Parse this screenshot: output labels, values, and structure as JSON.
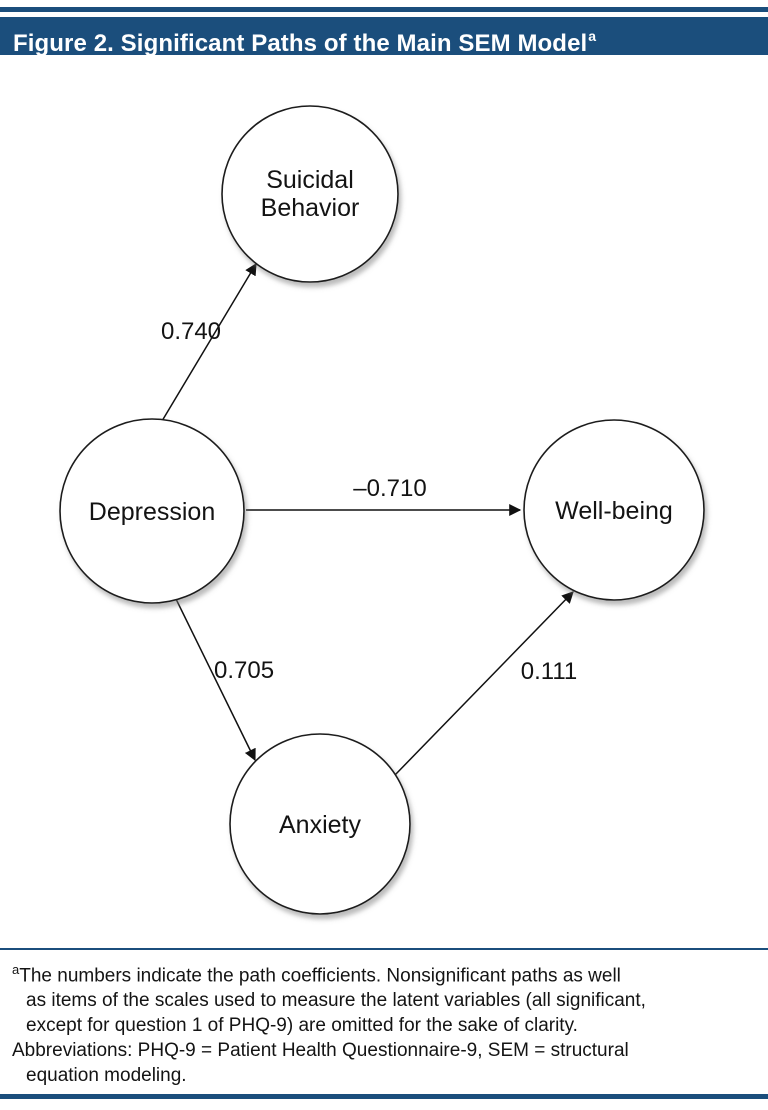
{
  "colors": {
    "accent": "#1b4e7c",
    "node_stroke": "#1a1a1a",
    "shadow": "#777777"
  },
  "header": {
    "title": "Figure 2. Significant Paths of the Main SEM Model",
    "superscript": "a"
  },
  "diagram": {
    "nodes": [
      {
        "id": "suicidal-behavior",
        "label_line1": "Suicidal",
        "label_line2": "Behavior"
      },
      {
        "id": "depression",
        "label": "Depression"
      },
      {
        "id": "well-being",
        "label": "Well-being"
      },
      {
        "id": "anxiety",
        "label": "Anxiety"
      }
    ],
    "paths": [
      {
        "from": "Depression",
        "to": "Suicidal Behavior",
        "coefficient": "0.740"
      },
      {
        "from": "Depression",
        "to": "Well-being",
        "coefficient": "–0.710"
      },
      {
        "from": "Depression",
        "to": "Anxiety",
        "coefficient": "0.705"
      },
      {
        "from": "Anxiety",
        "to": "Well-being",
        "coefficient": "0.111"
      }
    ]
  },
  "footnote": {
    "marker": "a",
    "lines": [
      "The numbers indicate the path coefficients. Nonsignificant paths as well",
      "as items of the scales used to measure the latent variables (all significant,",
      "except for question 1 of PHQ-9) are omitted for the sake of clarity.",
      "Abbreviations: PHQ-9 = Patient Health Questionnaire-9, SEM = structural",
      "equation modeling."
    ]
  }
}
